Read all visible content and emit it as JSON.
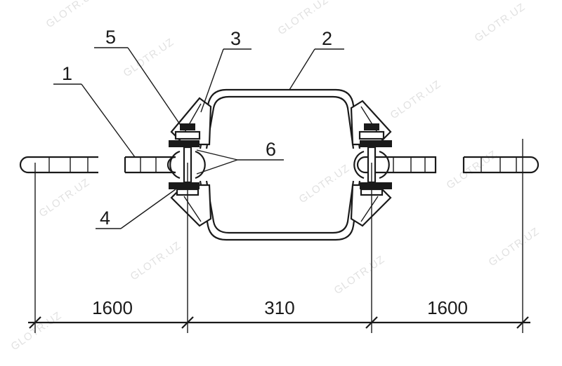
{
  "callouts": {
    "c1": "1",
    "c2": "2",
    "c3": "3",
    "c4": "4",
    "c5": "5",
    "c6": "6"
  },
  "dimensions": {
    "left": "1600",
    "middle": "310",
    "right": "1600"
  },
  "watermark": "GLOTR.UZ"
}
